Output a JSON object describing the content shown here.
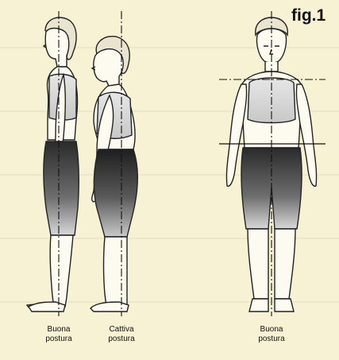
{
  "figure": {
    "label": "fig.1",
    "captions": [
      {
        "line1": "Buona",
        "line2": "postura"
      },
      {
        "line1": "Cattiva",
        "line2": "postura"
      },
      {
        "line1": "Buona",
        "line2": "postura"
      }
    ]
  }
}
